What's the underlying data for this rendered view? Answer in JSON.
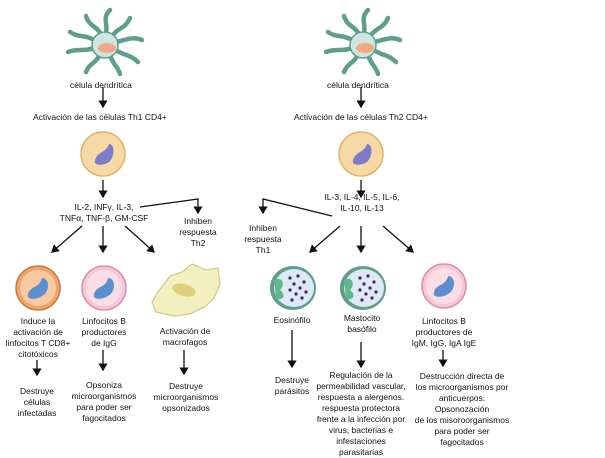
{
  "th1": {
    "dendritic_label": "célula dendrítica",
    "activation_label": "Activación de las células Th1 CD4+",
    "cytokines": "IL-2, INFγ, IL-3,\nTNFα, TNF-β, GM-CSF",
    "inhibit": "Inhiben\nrespuesta\nTh2",
    "branches": [
      {
        "cell": "Induce la\nactivación de\nlinfocitos T CD8+\ncitotóxicos",
        "effect": "Destruye\ncélulas\ninfectadas"
      },
      {
        "cell": "Linfocitos B\nproductores\nde IgG",
        "effect": "Opsoniza\nmicroorganismos\npara poder ser\nfagocitados"
      },
      {
        "cell": "Activación de\nmacrofagos",
        "effect": "Destruye\nmicroorganismos\nopsonizados"
      }
    ]
  },
  "th2": {
    "dendritic_label": "célula dendrítica",
    "activation_label": "Activación de las células Th2 CD4+",
    "cytokines": "IL-3, IL-4, IL-5, IL-6,\nIL-10, IL-13",
    "inhibit": "Inhiben\nrespuesta\nTh1",
    "branches": [
      {
        "cell": "Eosinófilo",
        "effect": "Destruye\nparásitos"
      },
      {
        "cell": "Mastocito\nbasófilo",
        "effect": "Regulación de la\npermeabilidad vascular,\nrespuesta a alergenos.\nrespuesta protectora\nfrente a la infección por\nvirus, bacterias e\ninfestaciones parasitarias"
      },
      {
        "cell": "Linfocitos B\nproductores de\nIgM, IgG, IgA IgE",
        "effect": "Destrucción directa de\nlos microorganismos por\nanticuerpos. Opsonozación\nde los misoroorganismos\npara poder ser fagocitados"
      }
    ]
  },
  "colors": {
    "dendritic": "#5f9e8c",
    "th_cell": "#f6d9a4",
    "nucleus": "#7e7cc8",
    "cd8": "#f0a56a",
    "b_cell": "#f7c6d8",
    "macrophage": "#f3efbf",
    "granulocyte": "#cfe3ef"
  }
}
